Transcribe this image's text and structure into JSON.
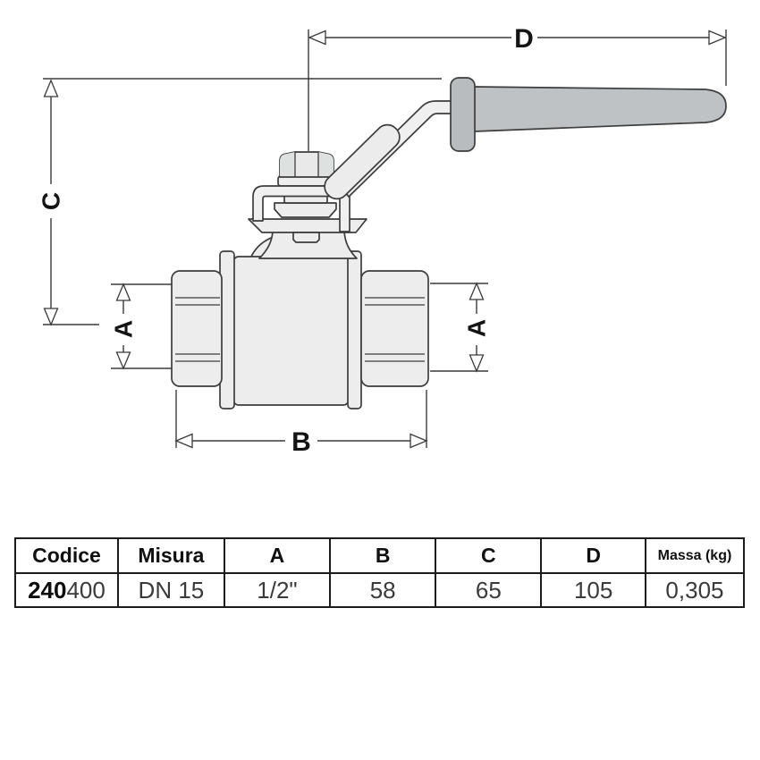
{
  "diagram": {
    "name": "ball-valve-dimensional-drawing",
    "labels": {
      "dim_d": "D",
      "dim_c": "C",
      "dim_a_left": "A",
      "dim_a_right": "A",
      "dim_b": "B"
    },
    "colors": {
      "outline": "#3d3d3d",
      "dimension_line": "#3a3a3a",
      "body_fill": "#ededed",
      "grip_fill": "#bfc2c4",
      "label_text": "#141414"
    }
  },
  "table": {
    "headers": [
      "Codice",
      "Misura",
      "A",
      "B",
      "C",
      "D",
      "Massa (kg)"
    ],
    "rows": [
      {
        "codice_bold": "240",
        "codice_rest": "400",
        "misura": "DN 15",
        "a": "1/2\"",
        "b": "58",
        "c": "65",
        "d": "105",
        "massa": "0,305"
      }
    ]
  }
}
